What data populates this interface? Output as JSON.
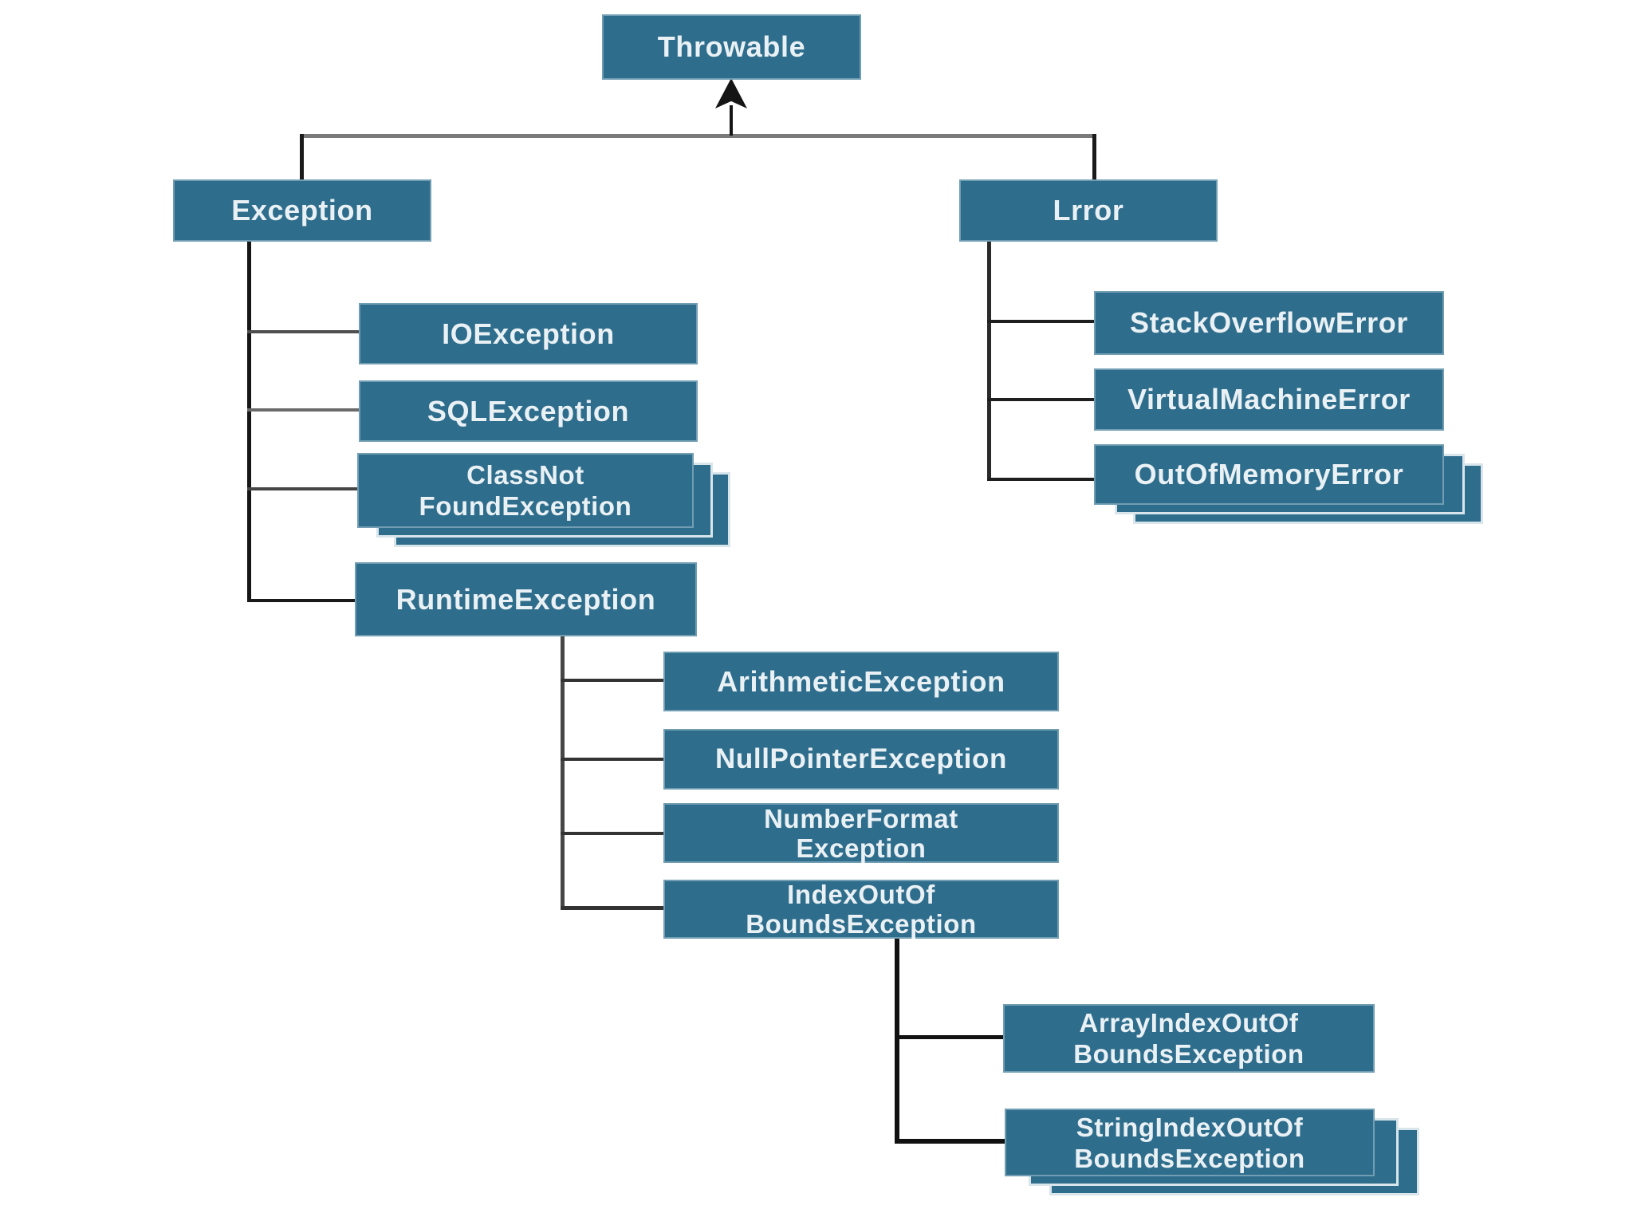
{
  "colors": {
    "node_fill": "#2f6d8c",
    "node_text": "#e9f1f5",
    "stack_edge": "#d8e6eb",
    "connector_dark": "#1a1a1a",
    "connector_gray": "#7a7a7a",
    "background": "#ffffff"
  },
  "nodes": {
    "throwable": {
      "label": "Throwable"
    },
    "exception": {
      "label": "Exception",
      "parent": "throwable"
    },
    "error": {
      "label": "Lrror",
      "parent": "throwable"
    },
    "ioexception": {
      "label": "IOException",
      "parent": "exception"
    },
    "sqlexception": {
      "label": "SQLException",
      "parent": "exception"
    },
    "classnotfoundexception": {
      "label": "ClassNot\nFoundException",
      "parent": "exception",
      "stacked": true
    },
    "runtimeexception": {
      "label": "RuntimeException",
      "parent": "exception"
    },
    "stackoverflowerror": {
      "label": "StackOverflowError",
      "parent": "error"
    },
    "virtualmachineerror": {
      "label": "VirtualMachineError",
      "parent": "error"
    },
    "outofmemoryerror": {
      "label": "OutOfMemoryError",
      "parent": "error",
      "stacked": true
    },
    "arithmeticexception": {
      "label": "ArithmeticException",
      "parent": "runtimeexception"
    },
    "nullpointerexception": {
      "label": "NullPointerException",
      "parent": "runtimeexception"
    },
    "numberformatexception": {
      "label": "NumberFormat\nException",
      "parent": "runtimeexception"
    },
    "indexoutofboundsexception": {
      "label": "IndexOutOf\nBoundsException",
      "parent": "runtimeexception"
    },
    "arrayindexoutofboundsexception": {
      "label": "ArrayIndexOutOf\nBoundsException",
      "parent": "indexoutofboundsexception"
    },
    "stringindexoutofboundsexception": {
      "label": "StringIndexOutOf\nBoundsException",
      "parent": "indexoutofboundsexception",
      "stacked": true
    }
  }
}
